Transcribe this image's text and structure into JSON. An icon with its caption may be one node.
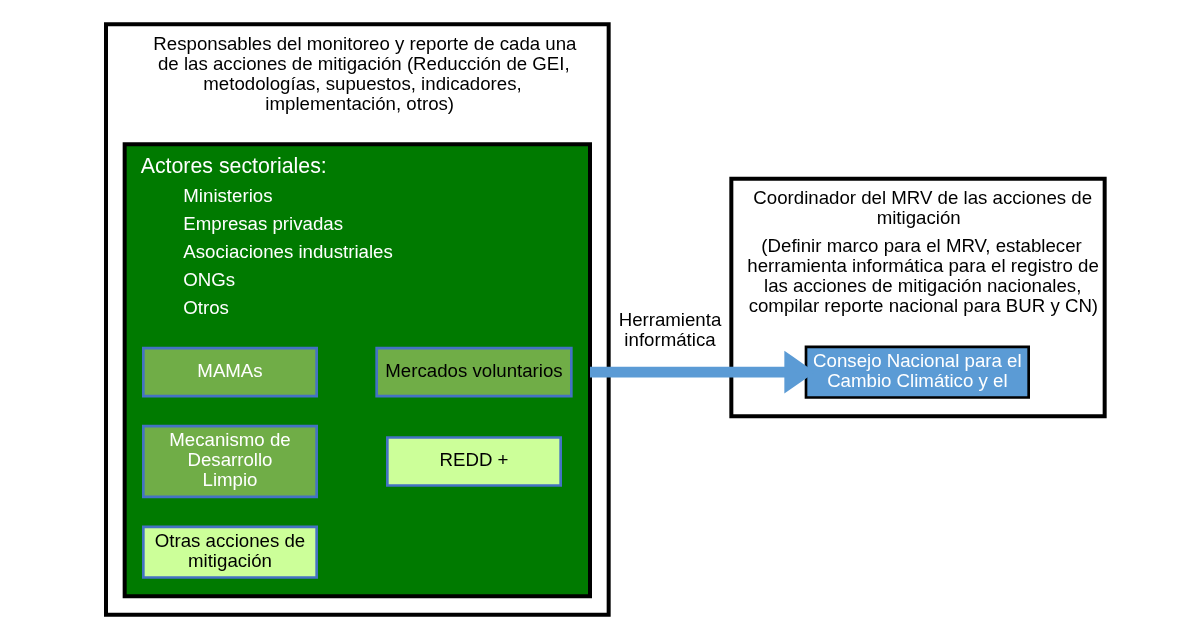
{
  "diagram": {
    "nodes": [
      {
        "text": [
          "Responsables del monitoreo y reporte de cada una de las acciones de mitigación (Reducción de GEI, metodologías, supuestos, indicadores, implementación, otros)"
        ]
      },
      {
        "text": [
          "Actores sectoriales:",
          "Ministerios",
          "Empresas privadas",
          "Asociaciones industriales",
          "ONGs",
          "Otros"
        ],
        "in": 0
      },
      {
        "text": [
          "MAMAs"
        ],
        "in": 1
      },
      {
        "text": [
          "Mercados voluntarios"
        ],
        "in": 1
      },
      {
        "text": [
          "Mecanismo de Desarrollo Limpio"
        ],
        "in": 1
      },
      {
        "text": [
          "REDD +"
        ],
        "in": 1
      },
      {
        "text": [
          "Otras acciones de mitigación"
        ],
        "in": 1
      },
      {
        "text": [
          "Coordinador del MRV de las acciones de mitigación",
          "(Definir marco para el MRV, establecer herramienta informática para el registro de las acciones de mitigación nacionales, compilar reporte nacional para BUR y CN)"
        ]
      },
      {
        "text": [
          "Consejo Nacional para el Cambio Climático y el"
        ],
        "in": 7
      }
    ],
    "edges": [
      {
        "from": 1,
        "to": 8,
        "arrow": "to",
        "label": "Herramienta informática",
        "color": "#5b9bd5"
      }
    ]
  }
}
